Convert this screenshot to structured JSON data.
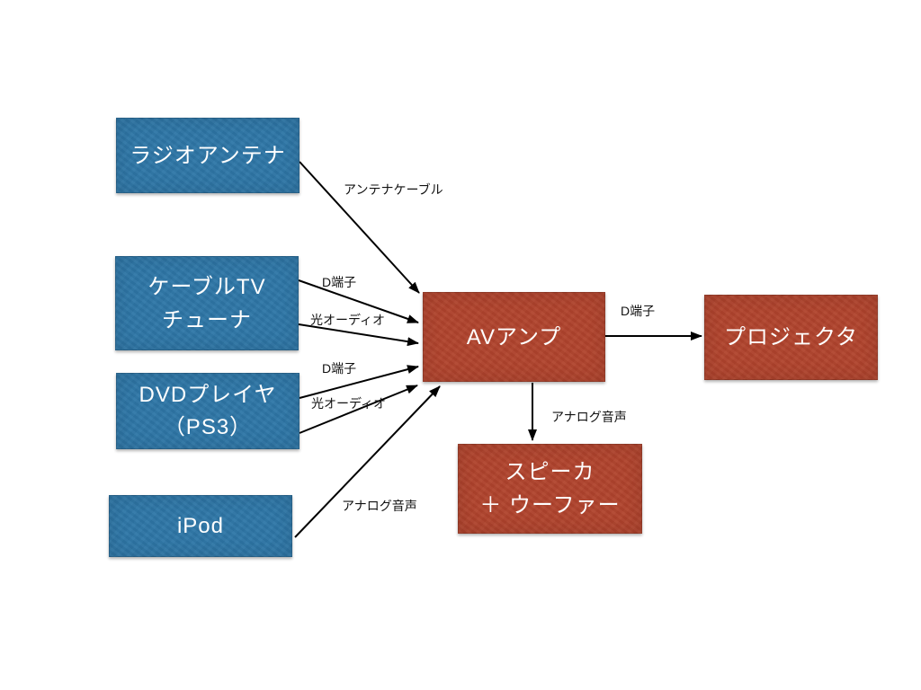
{
  "diagram": {
    "nodes": {
      "radio_antenna": {
        "label": "ラジオアンテナ"
      },
      "cable_tv_tuner": {
        "line1": "ケーブルTV",
        "line2": "チューナ"
      },
      "dvd_player": {
        "line1": "DVDプレイヤ",
        "line2": "（PS3）"
      },
      "ipod": {
        "label": "iPod"
      },
      "av_amp": {
        "label": "AVアンプ"
      },
      "projector": {
        "label": "プロジェクタ"
      },
      "speaker_woofer": {
        "line1": "スピーカ",
        "line2": "＋ ウーファー"
      }
    },
    "edge_labels": {
      "antenna_cable": "アンテナケーブル",
      "cable_tv_d_terminal": "D端子",
      "cable_tv_optical_audio": "光オーディオ",
      "dvd_d_terminal": "D端子",
      "dvd_optical_audio": "光オーディオ",
      "ipod_analog_audio": "アナログ音声",
      "amp_to_projector_d_terminal": "D端子",
      "amp_to_speaker_analog_audio": "アナログ音声"
    },
    "colors": {
      "source_node_fill": "#2e76a6",
      "sink_node_fill": "#b0432d",
      "node_text": "#ffffff",
      "edge_line": "#000000",
      "edge_label_text": "#111111",
      "background": "#ffffff"
    }
  }
}
